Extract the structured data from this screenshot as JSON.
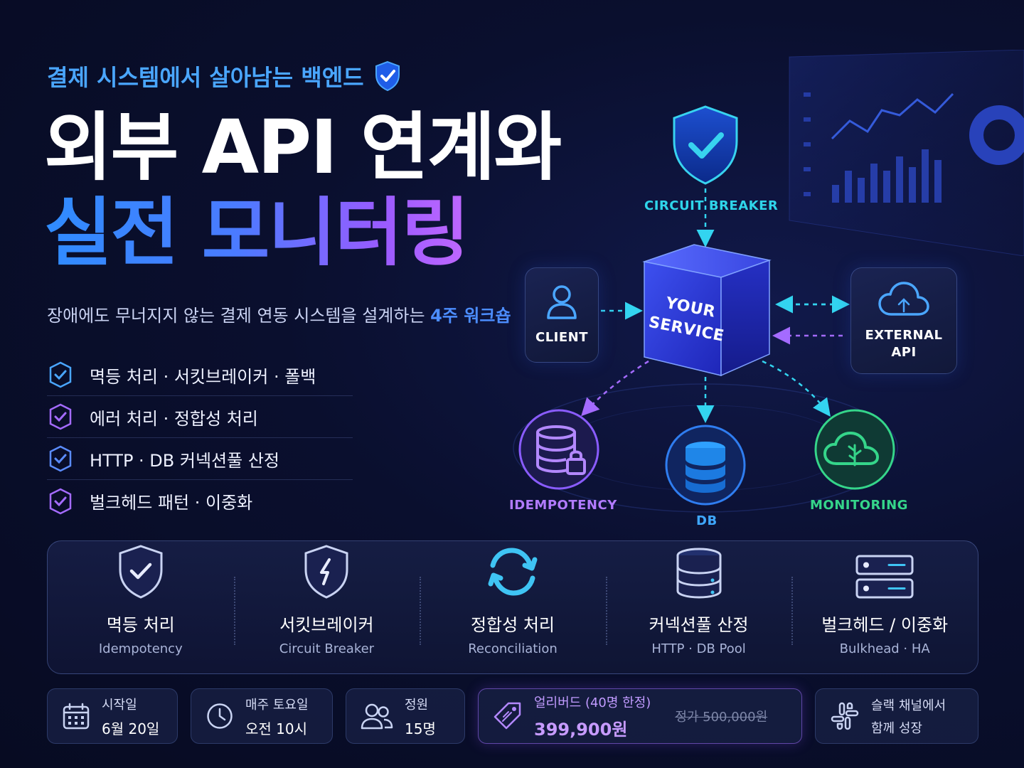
{
  "header": {
    "eyebrow": "결제 시스템에서 살아남는 백엔드",
    "title_line1": "외부 API 연계와",
    "title_line2": "실전 모니터링",
    "subtitle_prefix": "장애에도 무너지지 않는 결제 연동 시스템을 설계하는 ",
    "subtitle_highlight": "4주 워크숍"
  },
  "features": [
    {
      "label": "멱등 처리 · 서킷브레이커 · 폴백",
      "color": "#4aa6ff"
    },
    {
      "label": "에러 처리 · 정합성 처리",
      "color": "#a46bff"
    },
    {
      "label": "HTTP · DB 커넥션풀 산정",
      "color": "#5b8cff"
    },
    {
      "label": "벌크헤드 패턴 · 이중화",
      "color": "#a46bff"
    }
  ],
  "diagram": {
    "circuit_breaker": "CIRCUIT BREAKER",
    "client": "CLIENT",
    "service_line1": "YOUR",
    "service_line2": "SERVICE",
    "external_line1": "EXTERNAL",
    "external_line2": "API",
    "idempotency": "IDEMPOTENCY",
    "db": "DB",
    "monitoring": "MONITORING"
  },
  "panel": [
    {
      "title": "멱등 처리",
      "sub": "Idempotency",
      "icon": "shield-check-icon"
    },
    {
      "title": "서킷브레이커",
      "sub": "Circuit Breaker",
      "icon": "shield-bolt-icon"
    },
    {
      "title": "정합성 처리",
      "sub": "Reconciliation",
      "icon": "sync-icon"
    },
    {
      "title": "커넥션풀 산정",
      "sub": "HTTP · DB Pool",
      "icon": "database-icon"
    },
    {
      "title": "벌크헤드 / 이중화",
      "sub": "Bulkhead · HA",
      "icon": "server-icon"
    }
  ],
  "info": {
    "start_label": "시작일",
    "start_value": "6월 20일",
    "schedule_label": "매주 토요일",
    "schedule_value": "오전 10시",
    "capacity_label": "정원",
    "capacity_value": "15명",
    "price_label": "얼리버드 (40명 한정)",
    "price_value": "399,900원",
    "regular_price": "정가 500,000원",
    "slack_line1": "슬랙 채널에서",
    "slack_line2": "함께 성장"
  },
  "colors": {
    "accent_blue": "#4aa6ff",
    "accent_purple": "#a46bff",
    "accent_green": "#35d58a",
    "cyan": "#33d4f0"
  }
}
